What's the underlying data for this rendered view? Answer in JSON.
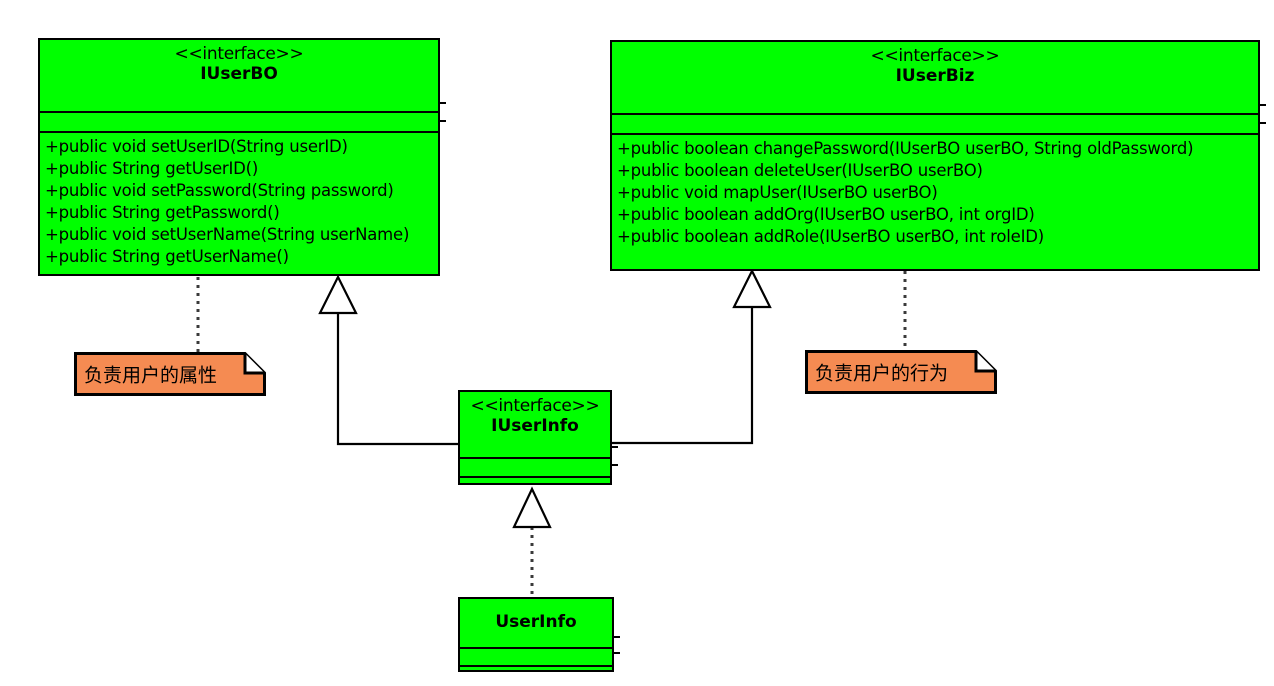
{
  "diagram": {
    "title": "UML Class Diagram - IUserBO / IUserBiz / IUserInfo / UserInfo",
    "colors": {
      "class_fill": "#00ff00",
      "note_fill": "#f58b52",
      "stroke": "#000000",
      "background": "#ffffff"
    }
  },
  "classes": {
    "iuserbo": {
      "stereotype": "<<interface>>",
      "name": "IUserBO",
      "attributes": [],
      "operations": [
        "+public void setUserID(String userID)",
        "+public String getUserID()",
        "+public void setPassword(String password)",
        "+public String getPassword()",
        "+public void setUserName(String userName)",
        "+public String getUserName()"
      ]
    },
    "iuserbiz": {
      "stereotype": "<<interface>>",
      "name": "IUserBiz",
      "attributes": [],
      "operations": [
        "+public boolean changePassword(IUserBO userBO, String oldPassword)",
        "+public boolean deleteUser(IUserBO userBO)",
        "+public void mapUser(IUserBO userBO)",
        "+public boolean addOrg(IUserBO userBO, int orgID)",
        "+public boolean addRole(IUserBO userBO, int roleID)"
      ]
    },
    "iuserinfo": {
      "stereotype": "<<interface>>",
      "name": "IUserInfo",
      "attributes": [],
      "operations": []
    },
    "userinfo": {
      "stereotype": "",
      "name": "UserInfo",
      "attributes": [],
      "operations": []
    }
  },
  "notes": {
    "left": {
      "text": "负责用户的属性",
      "attached_to": "IUserBO"
    },
    "right": {
      "text": "负责用户的行为",
      "attached_to": "IUserBiz"
    }
  },
  "relationships": [
    {
      "type": "generalization",
      "from": "IUserInfo",
      "to": "IUserBO",
      "line": "solid",
      "arrow": "hollow-triangle"
    },
    {
      "type": "generalization",
      "from": "IUserInfo",
      "to": "IUserBiz",
      "line": "solid",
      "arrow": "hollow-triangle"
    },
    {
      "type": "realization",
      "from": "UserInfo",
      "to": "IUserInfo",
      "line": "dotted",
      "arrow": "hollow-triangle"
    },
    {
      "type": "note-anchor",
      "from": "note-left",
      "to": "IUserBO",
      "line": "dotted",
      "arrow": "none"
    },
    {
      "type": "note-anchor",
      "from": "note-right",
      "to": "IUserBiz",
      "line": "dotted",
      "arrow": "none"
    }
  ]
}
